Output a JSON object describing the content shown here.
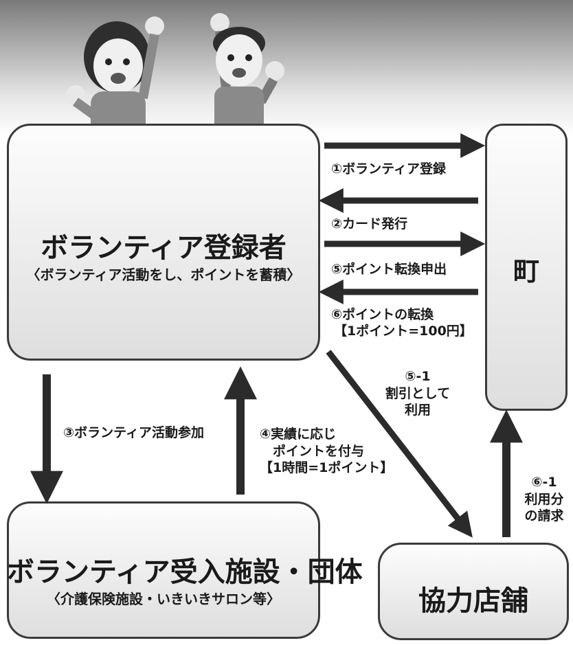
{
  "nodes": {
    "registrant": {
      "title": "ボランティア登録者",
      "subtitle": "〈ボランティア活動をし、ポイントを蓄積〉"
    },
    "town": {
      "title": "町"
    },
    "facility": {
      "title": "ボランティア受入施設・団体",
      "subtitle": "〈介護保険施設・いきいきサロン等〉"
    },
    "shop": {
      "title": "協力店舗"
    }
  },
  "flows": {
    "step1": "①ボランティア登録",
    "step2": "②カード発行",
    "step5": "⑤ポイント転換申出",
    "step6": "⑥ポイントの転換",
    "step6_note": "【1ポイント=100円】",
    "step5_1": [
      "⑤-1",
      "割引として",
      "利用"
    ],
    "step3": "③ボランティア活動参加",
    "step4": [
      "④実績に応じ",
      "　ポイントを付与",
      "【1時間=1ポイント】"
    ],
    "step6_1": [
      "⑥-1",
      "利用分",
      "の請求"
    ]
  },
  "colors": {
    "arrow": "#2b2b2b",
    "box_border": "#3a3a3a",
    "box_fill": "#e6e6e6"
  }
}
